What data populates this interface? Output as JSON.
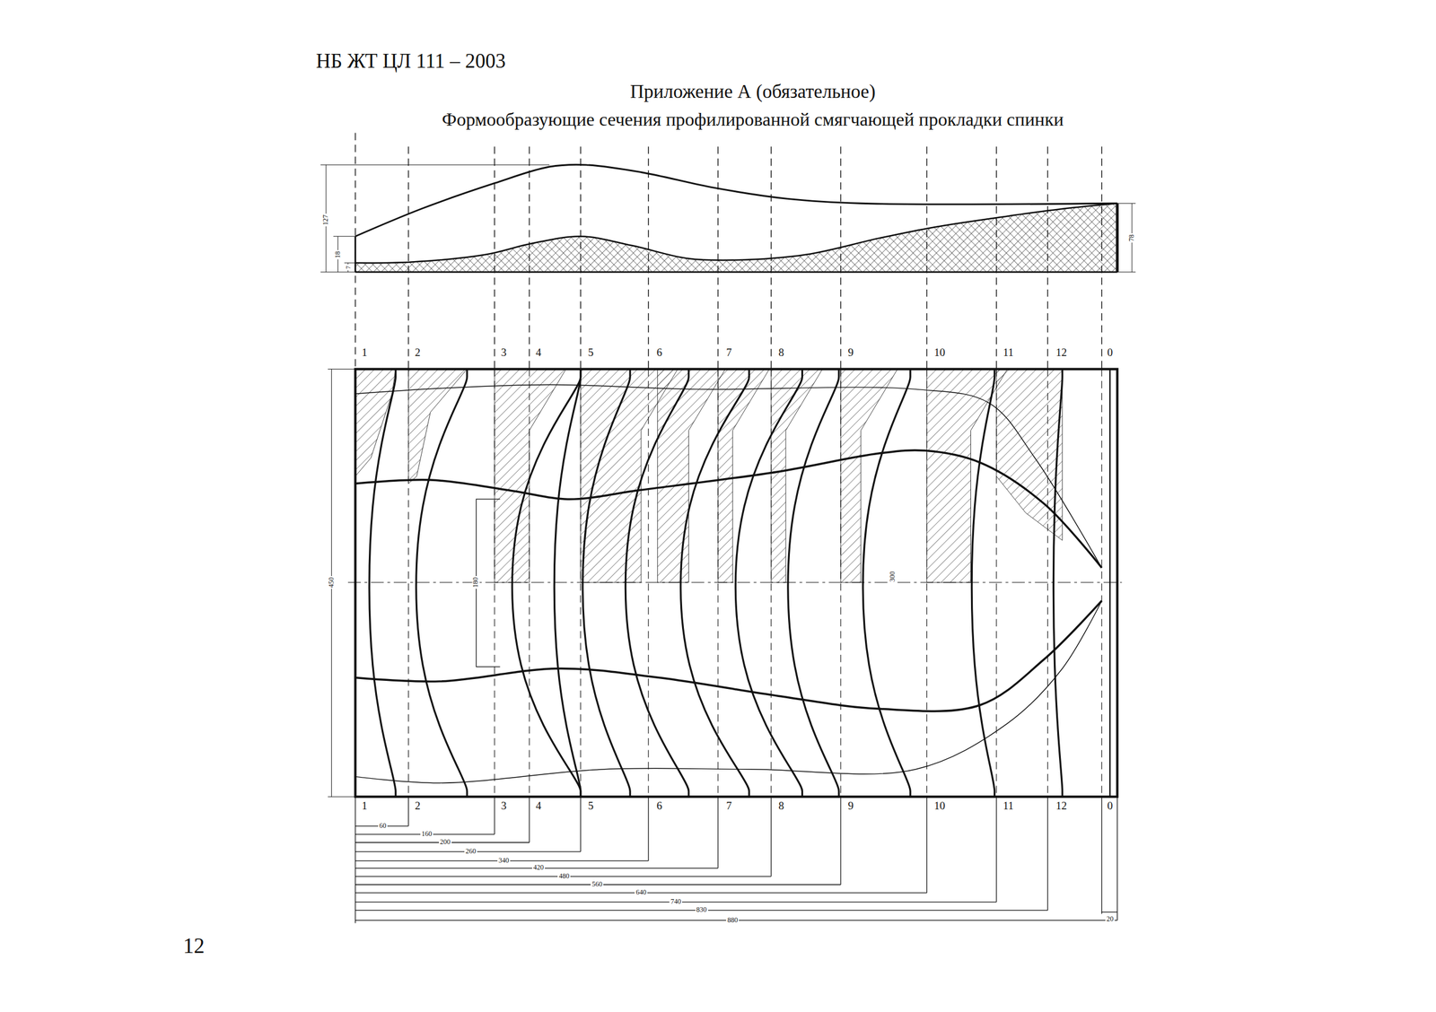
{
  "diagram": {
    "title": "Формообразующие сечения профилированной смягчающей прокладки спинки",
    "labels": [
      "НБ ЖТ ЦЛ 111 – 2003",
      "Приложение А (обязательное)",
      "1",
      "2",
      "3",
      "4",
      "5",
      "6",
      "7",
      "8",
      "9",
      "10",
      "11",
      "12",
      "0",
      "1",
      "2",
      "3",
      "4",
      "5",
      "6",
      "7",
      "8",
      "9",
      "10",
      "11",
      "12",
      "0",
      "60",
      "160",
      "200",
      "260",
      "340",
      "420",
      "480",
      "560",
      "640",
      "740",
      "830",
      "880",
      "20",
      "127",
      "18",
      "7",
      "78",
      "450",
      "180",
      "300",
      "12"
    ]
  }
}
